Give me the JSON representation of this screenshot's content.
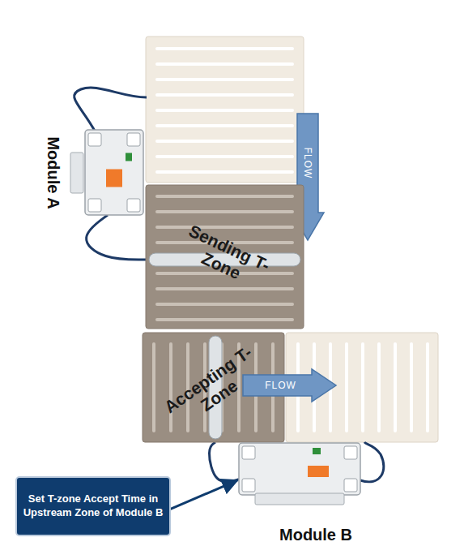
{
  "diagram": {
    "nodes": [
      {
        "text": [
          "FLOW"
        ]
      },
      {
        "text": [
          "Module A"
        ]
      },
      {
        "text": [
          "Sending T-Zone"
        ]
      },
      {
        "text": [
          "Accepting T-Zone"
        ]
      },
      {
        "text": [
          "FLOW"
        ]
      },
      {
        "text": [
          "Module B"
        ]
      },
      {
        "text": [
          "Set T-zone Accept Time in Upstream Zone of Module B"
        ]
      }
    ],
    "edges": [
      {
        "from": 1,
        "to": 2,
        "arrow": "none"
      },
      {
        "from": 5,
        "to": 3,
        "arrow": "none"
      },
      {
        "from": 6,
        "to": 5,
        "arrow": "to"
      }
    ]
  }
}
